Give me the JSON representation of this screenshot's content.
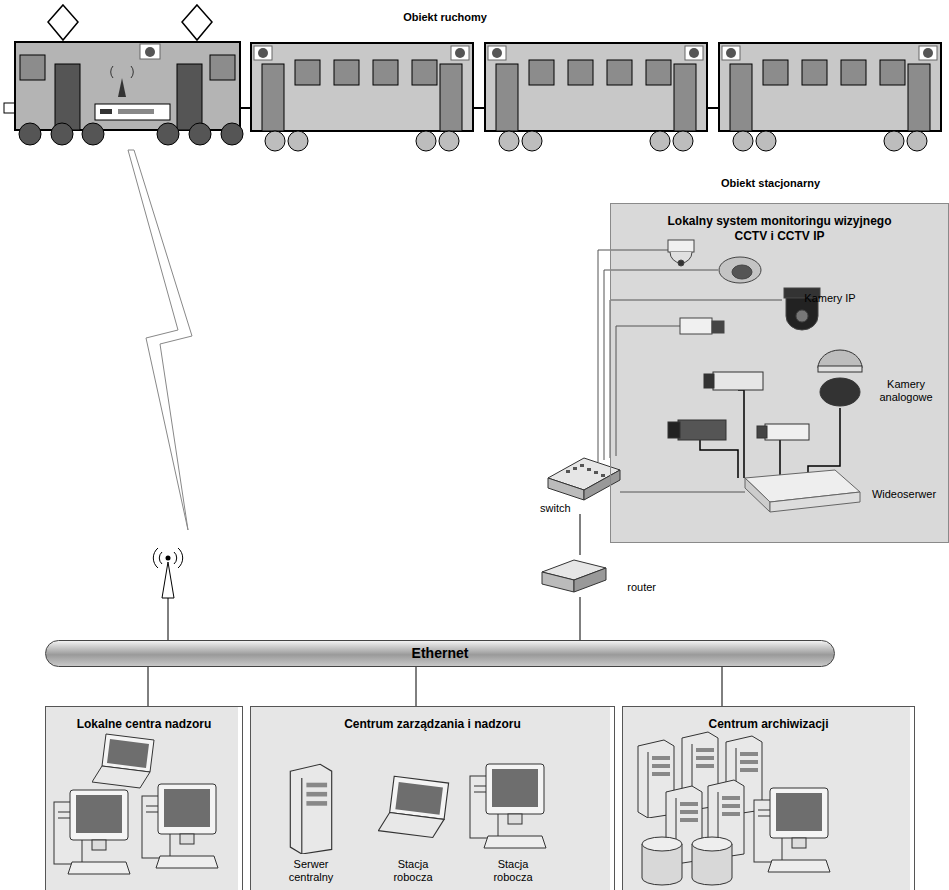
{
  "diagram": {
    "nodes": [
      {
        "text": [
          "Obiekt stacjonarny",
          "Lokalny system monitoringu wizyjnego CCTV i CCTV IP"
        ]
      },
      {
        "text": [
          "switch"
        ]
      },
      {
        "text": [
          "router"
        ]
      },
      {
        "text": [
          "Ethernet"
        ]
      },
      {
        "text": [
          "Lokalne centra nadzoru"
        ]
      },
      {
        "text": [
          "Centrum zarządzania i nadzoru"
        ]
      },
      {
        "text": [
          "Centrum archiwizacji"
        ]
      }
    ],
    "edges": [
      {
        "from": 1,
        "to": 2,
        "arrow": "none"
      },
      {
        "from": 2,
        "to": 3,
        "arrow": "none"
      },
      {
        "from": 3,
        "to": 4,
        "arrow": "none"
      },
      {
        "from": 3,
        "to": 5,
        "arrow": "none"
      },
      {
        "from": 3,
        "to": 6,
        "arrow": "none"
      }
    ],
    "labels": [
      "Obiekt ruchomy",
      "Kamery IP",
      "Kamery analogowe",
      "Wideoserwer",
      "Serwer centralny",
      "Stacja robocza",
      "Stacja robocza"
    ]
  }
}
